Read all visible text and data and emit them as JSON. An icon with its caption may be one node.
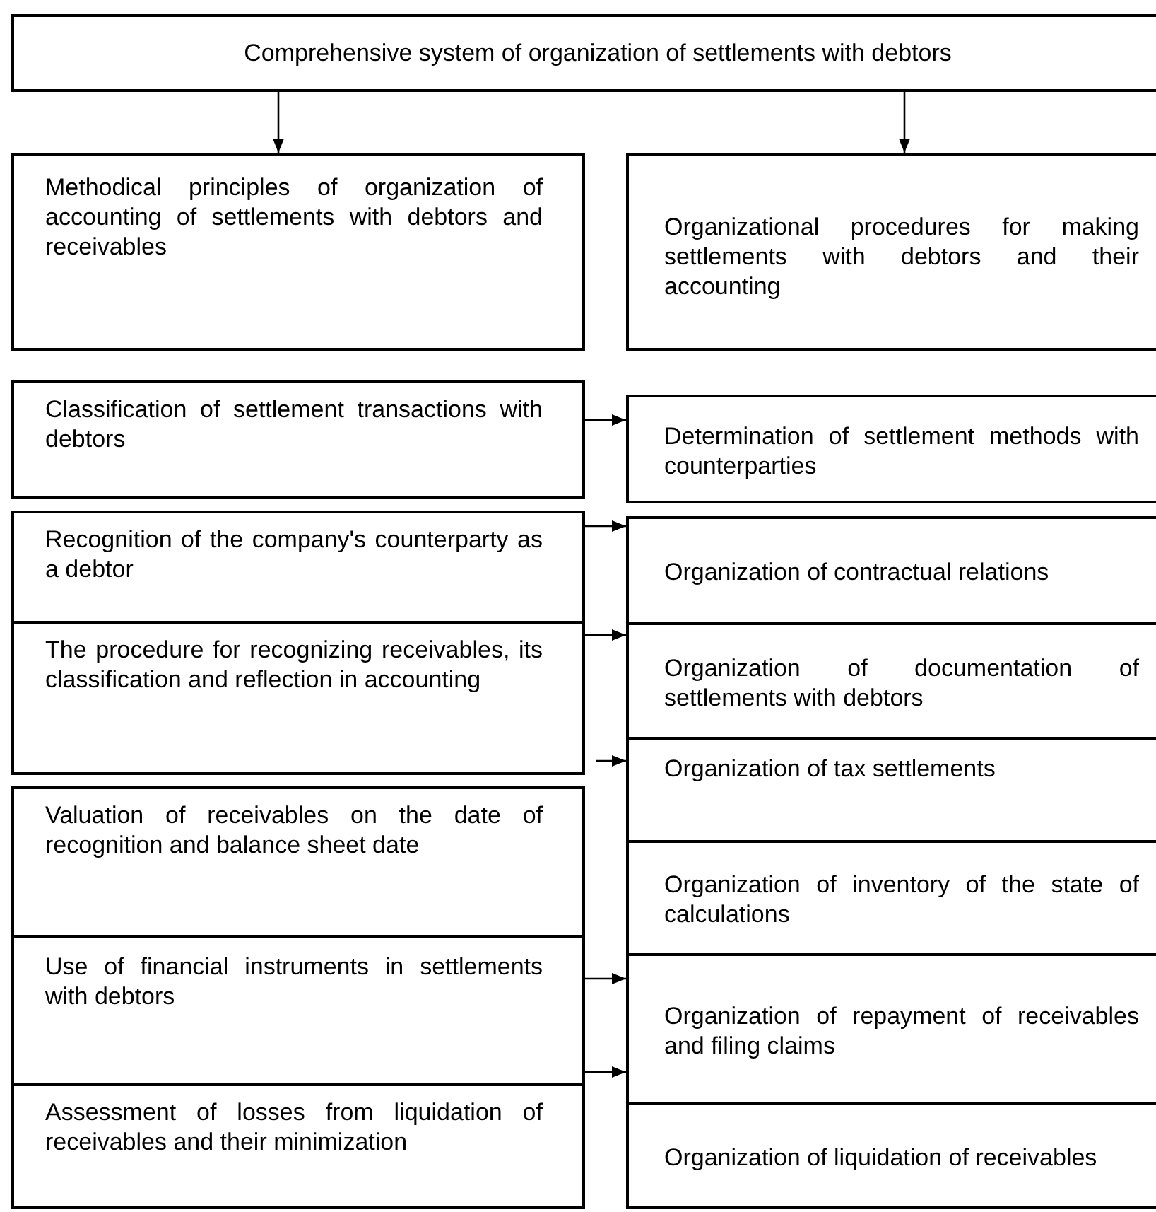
{
  "diagram": {
    "nodes": [
      {
        "text": [
          "Comprehensive system of organization of settlements with debtors"
        ]
      },
      {
        "text": [
          "Methodical principles of organization of accounting of settlements with debtors and receivables"
        ]
      },
      {
        "text": [
          "Organizational procedures for making settlements with debtors and their accounting"
        ]
      },
      {
        "text": [
          "Classification of settlement transactions with debtors"
        ]
      },
      {
        "text": [
          "Determination of settlement methods with counterparties"
        ]
      },
      {
        "text": [
          "Recognition of the company's counterparty as a debtor"
        ]
      },
      {
        "text": [
          "Organization of contractual relations"
        ]
      },
      {
        "text": [
          "The procedure for recognizing receivables, its classification and reflection in accounting"
        ]
      },
      {
        "text": [
          "Organization of documentation of settlements with debtors"
        ]
      },
      {
        "text": [
          "Organization of tax settlements"
        ]
      },
      {
        "text": [
          "Valuation of receivables on the date of recognition and balance sheet date"
        ]
      },
      {
        "text": [
          "Organization of inventory of the state of calculations"
        ]
      },
      {
        "text": [
          "Use of financial instruments in settlements with debtors"
        ]
      },
      {
        "text": [
          "Organization of repayment of receivables and filing claims"
        ]
      },
      {
        "text": [
          "Assessment of losses from liquidation of receivables and their minimization"
        ]
      },
      {
        "text": [
          "Organization of liquidation of receivables"
        ]
      }
    ],
    "edges": [
      {
        "from": 0,
        "to": 1,
        "arrow": "to"
      },
      {
        "from": 0,
        "to": 2,
        "arrow": "to"
      },
      {
        "from": 3,
        "to": 4,
        "arrow": "to"
      },
      {
        "from": 5,
        "to": 6,
        "arrow": "to"
      },
      {
        "from": 7,
        "to": 8,
        "arrow": "to"
      },
      {
        "from": 7,
        "to": 9,
        "arrow": "to"
      },
      {
        "from": 12,
        "to": 13,
        "arrow": "to"
      },
      {
        "from": 12,
        "to": 13,
        "arrow": "to"
      }
    ]
  }
}
